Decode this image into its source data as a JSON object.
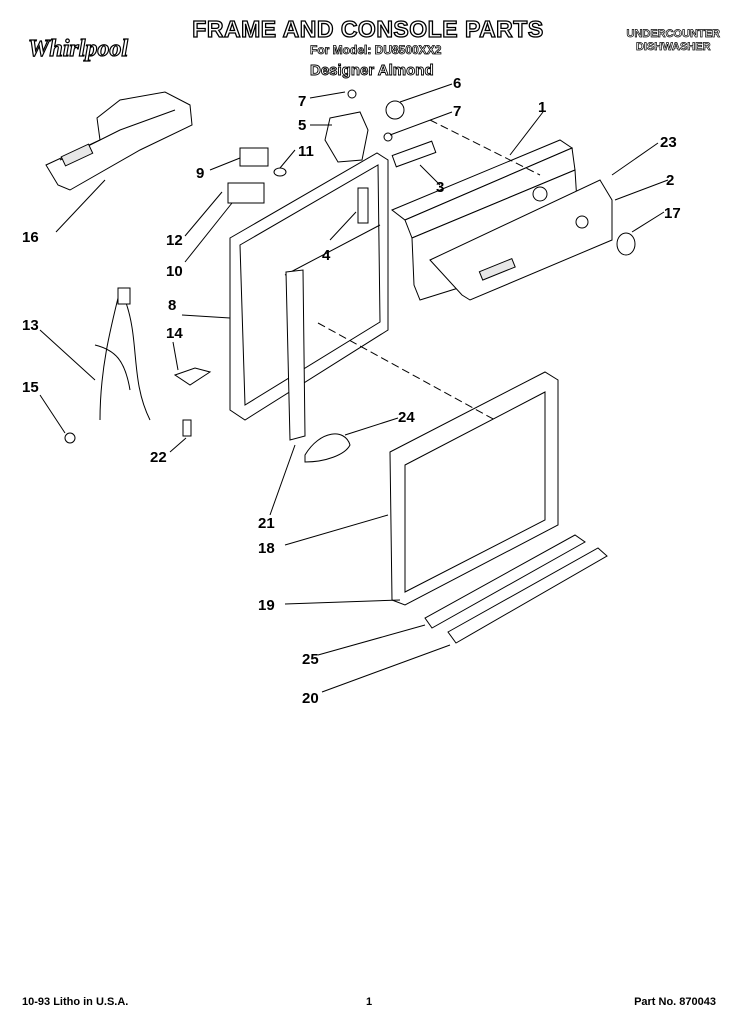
{
  "header": {
    "title": "FRAME AND CONSOLE PARTS",
    "model": "For Model: DU8500XX2",
    "designer": "Designer Almond",
    "product_line1": "UNDERCOUNTER",
    "product_line2": "DISHWASHER",
    "brand": "Whirlpool"
  },
  "footer": {
    "litho": "10-93 Litho in U.S.A.",
    "page": "1",
    "part_no": "Part No. 870043"
  },
  "callouts": [
    {
      "label": "1"
    },
    {
      "label": "2"
    },
    {
      "label": "3"
    },
    {
      "label": "4"
    },
    {
      "label": "5"
    },
    {
      "label": "6"
    },
    {
      "label": "7"
    },
    {
      "label": "7"
    },
    {
      "label": "8"
    },
    {
      "label": "9"
    },
    {
      "label": "10"
    },
    {
      "label": "11"
    },
    {
      "label": "12"
    },
    {
      "label": "13"
    },
    {
      "label": "14"
    },
    {
      "label": "15"
    },
    {
      "label": "16"
    },
    {
      "label": "17"
    },
    {
      "label": "18"
    },
    {
      "label": "19"
    },
    {
      "label": "20"
    },
    {
      "label": "21"
    },
    {
      "label": "22"
    },
    {
      "label": "23"
    },
    {
      "label": "24"
    },
    {
      "label": "25"
    }
  ]
}
